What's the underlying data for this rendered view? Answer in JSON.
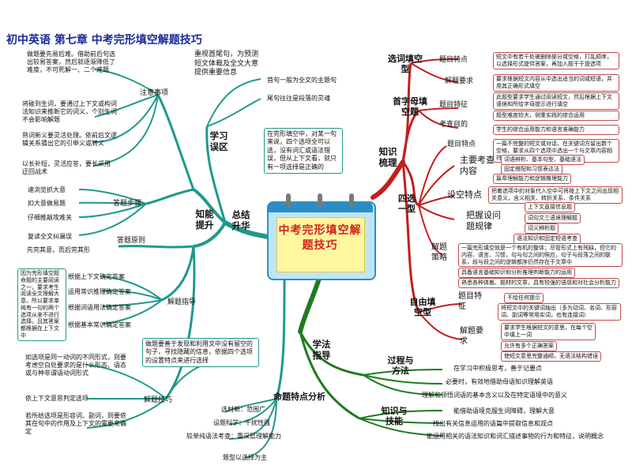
{
  "title": "初中英语   第七章   中考完形填空解题技巧",
  "center": "中考完形填空解题技巧",
  "colors": {
    "left": "#1f9a8a",
    "right": "#c21f1f",
    "bottom": "#1f7a1f",
    "title": "#1a2a9a",
    "center_text": "#d42020"
  },
  "left": {
    "label": "知能提升",
    "summary": "总结升华",
    "study_mistake": {
      "label": "学习误区",
      "text": "在完形填空中，对某一句来说，四个选项全可以选，没有词汇或语法错误，但从上下文看，就只有一项选择是正确的",
      "intro": "重视首尾句，为预测短文体裁及全文大意提供重要信息",
      "first": "首句一般为全文的主题句",
      "last": "尾句往往是段落的灵魂"
    },
    "notes": {
      "label": "注意事项",
      "items": [
        "做题要先易后难。借助前后句选出较易答案，然后就逐渐降低了难度，不可死解一、二个难题",
        "将碰到生词，要通过上下文或构词法知识来推断它的词义，个别生词不会影响解题",
        "熟词新义要灵活处理。依前后文逻辑关系猜出它的引申义或转义",
        "以长补短，灵活应答，要长采用迂回战术"
      ]
    },
    "steps": {
      "label": "答题步骤",
      "items": [
        "速浏览抓大意",
        "扣大意做易题",
        "仔细推敲攻难关",
        "复读全文纠漏误"
      ]
    },
    "principle": {
      "label": "答题原则",
      "items": [
        "先完其意，而后完其形"
      ]
    },
    "guidance": {
      "label": "解题指导",
      "side": "因为完形填空题命题的主要阅读之一，要求考生阅读全文理解大意。所以要求单纯有一句的两个选项从来不进行选择。且其答案都根据在上下文中",
      "items": [
        "根据上下文确定答案",
        "运用常识推理确定答案",
        "根据词语用法确定答案",
        "根据基本常识确定答案"
      ]
    },
    "tips": {
      "label": "解题技巧",
      "intro": "做题要善于发现和利用文中没有留空的句子，寻找隐藏的信息，依据四个选项的设置特点来进行选择",
      "items": [
        "如选项是同一动词的不同形式，则要考虑空白处要求的是什么形态、语态或与种非谓语动词形式",
        "依上下文意思判定选项",
        "若所给选项是形容词、副词，则要依其在句中的作用及上下文的需要来确定"
      ]
    },
    "features": {
      "label": "命题特点分析",
      "items": [
        "选材新：范围广",
        "设题科学：干扰性强",
        "较单纯语法考查：重深层理解能力",
        "题型以选择为主"
      ]
    }
  },
  "right": {
    "label": "知识梳理",
    "cloze_select": {
      "label": "选词填空型",
      "feature_label": "题目特点",
      "feature_text": "短文中有若干处被删除部分或空格，打乱顺序，以选择形式提供答案，再加入题干于提选项",
      "req_label": "解题要求",
      "req_text": "要求根据短文内容从中选出适当的词或短语，并用其正确形式填空"
    },
    "initial_letter": {
      "label": "首字母填空题",
      "feature_label": "题目特征",
      "feature_text": "此题型要求学生通过阅读短文，然后根据上下文语境和所给字母提示进行填空",
      "feature2": "题型难度较大，侧重实践的综合运用",
      "focus_label": "考查目的",
      "focus_text": "学生的综合运用能力和语言准确能力"
    },
    "four_choice": {
      "label": "四选一型",
      "feature_label": "题目特点",
      "feature_text": "一篇不完整的短文或对话，在关键词方留出数个空格，要求从四个选项中选出一个与文章内容相符的选项",
      "main_label": "主要考查内容",
      "main_items": [
        "词语辨析、基本句型、基础语法",
        "固定搭配和习惯表达法",
        "篇章理解能力和逻辑推理能力"
      ],
      "setup_label": "设空特点",
      "setup_items": [
        "把着选项中的对象代入空中可将按上下文之间出现相关意义，含义相关、转折关系、条件关系",
        "上下文直接信息题"
      ],
      "rule_label": "把握设问题规律",
      "rule_items": [
        "词句文三语境理解题",
        "词义辨析题",
        "语法知识和固定短语考查"
      ],
      "strategy_label": "解题策略",
      "strategy_text": "一篇完形填空就是一个有机的整体；尽管形式上有残缺，但它的内容、语言、习惯，句与句之间的照应，句子与段落之间的联系，段与段之间的逻辑都序仍然存在于文章中",
      "strategy2": "具备语言基础知识和分析推理判断能力的运用",
      "strategy3": "熟悉各种体裁、题材的文章，具有较强的语感和对社会分析能力"
    },
    "free": {
      "label": "自由填空型",
      "feature_label": "题目特征",
      "feature_items": [
        "不给任何提示",
        "将短文中的关键词抽出（多为动词、名词、形容词、副词等常用实词，也有连接词）"
      ],
      "req_label": "解题要求",
      "req_items": [
        "要求学生根据短文的意思，在每个空中填上一词",
        "允许有多个正确答案",
        "使短文意思完整通顺，无语法结构错误"
      ]
    }
  },
  "bottom": {
    "label": "学法指导",
    "process": {
      "label": "过程与方法",
      "items": [
        "在学习中积极思考，善于记要点",
        "必要时，有效地借助母语知识理解英语",
        "理解和领悟词语的基本含义以及在特定语境中的意义"
      ]
    },
    "skills": {
      "label": "知识与技能",
      "items": [
        "能借助语境克服生词障碍，理解大意",
        "找出有关信息运用的语篇中提取信息和观点",
        "能运用相关的语法知识和词汇描述事物的行为和特征，说明概念"
      ]
    }
  }
}
